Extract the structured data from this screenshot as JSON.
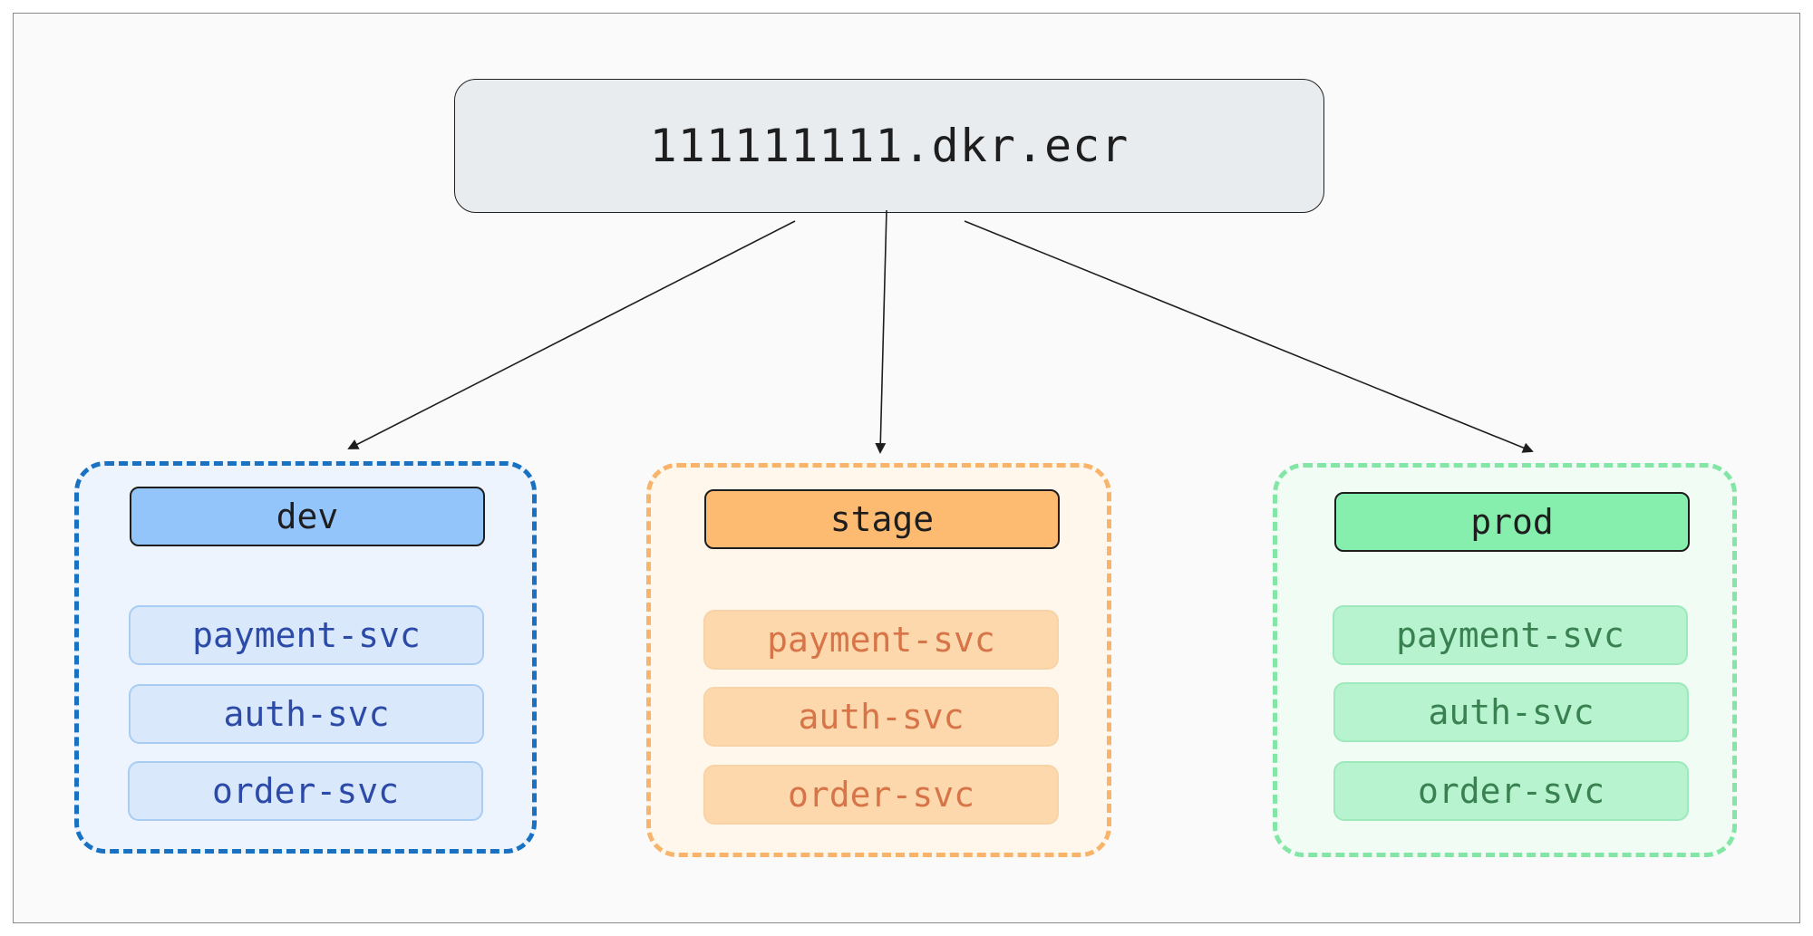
{
  "registry": {
    "label": "111111111.dkr.ecr"
  },
  "environments": [
    {
      "label": "dev",
      "label_bg": "#93c5fb",
      "border_color": "#1971c2",
      "services": [
        "payment-svc",
        "auth-svc",
        "order-svc"
      ]
    },
    {
      "label": "stage",
      "label_bg": "#fdbb72",
      "border_color": "#f8b46b",
      "services": [
        "payment-svc",
        "auth-svc",
        "order-svc"
      ]
    },
    {
      "label": "prod",
      "label_bg": "#86efad",
      "border_color": "#84e6a6",
      "services": [
        "payment-svc",
        "auth-svc",
        "order-svc"
      ]
    }
  ],
  "edges": [
    {
      "from": "111111111.dkr.ecr",
      "to": "dev"
    },
    {
      "from": "111111111.dkr.ecr",
      "to": "stage"
    },
    {
      "from": "111111111.dkr.ecr",
      "to": "prod"
    }
  ]
}
